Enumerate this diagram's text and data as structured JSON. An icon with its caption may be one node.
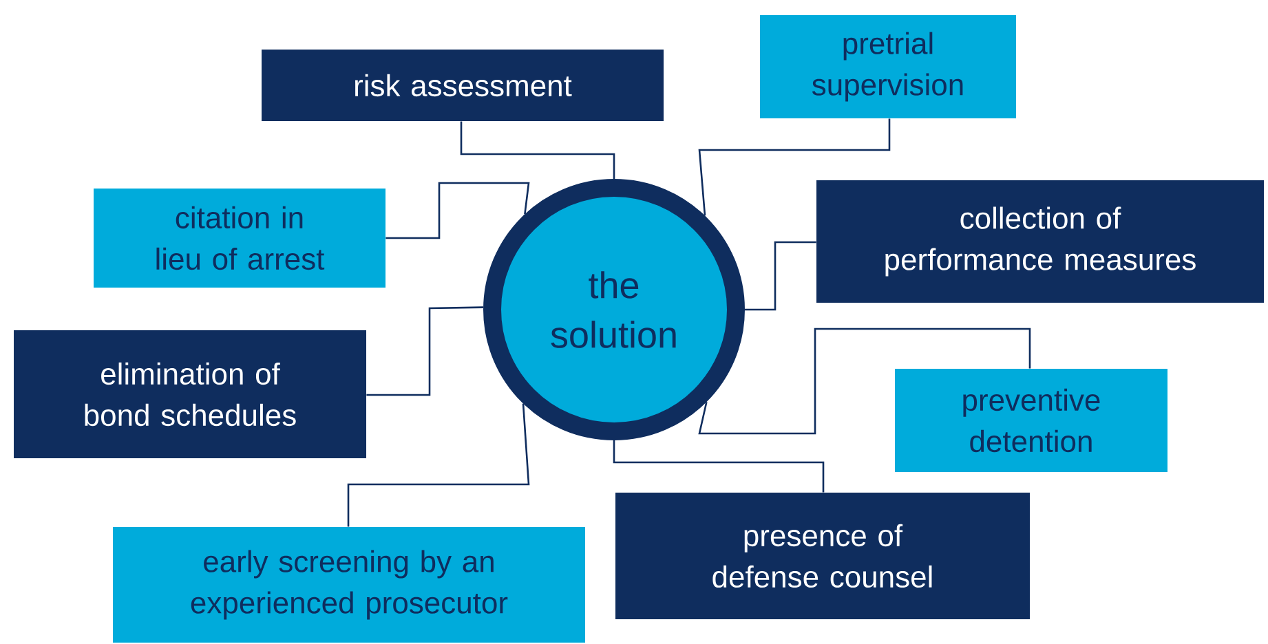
{
  "diagram": {
    "nodes": [
      {
        "text": [
          "the solution"
        ]
      },
      {
        "text": [
          "risk assessment"
        ]
      },
      {
        "text": [
          "pretrial supervision"
        ]
      },
      {
        "text": [
          "citation in lieu of arrest"
        ]
      },
      {
        "text": [
          "collection of performance measures"
        ]
      },
      {
        "text": [
          "elimination of bond schedules"
        ]
      },
      {
        "text": [
          "preventive detention"
        ]
      },
      {
        "text": [
          "presence of defense counsel"
        ]
      },
      {
        "text": [
          "early screening by an experienced prosecutor"
        ]
      }
    ],
    "edges": [
      {
        "from": 0,
        "to": 1,
        "arrow": "none"
      },
      {
        "from": 0,
        "to": 2,
        "arrow": "none"
      },
      {
        "from": 0,
        "to": 3,
        "arrow": "none"
      },
      {
        "from": 0,
        "to": 4,
        "arrow": "none"
      },
      {
        "from": 0,
        "to": 5,
        "arrow": "none"
      },
      {
        "from": 0,
        "to": 6,
        "arrow": "none"
      },
      {
        "from": 0,
        "to": 7,
        "arrow": "none"
      },
      {
        "from": 0,
        "to": 8,
        "arrow": "none"
      }
    ]
  }
}
